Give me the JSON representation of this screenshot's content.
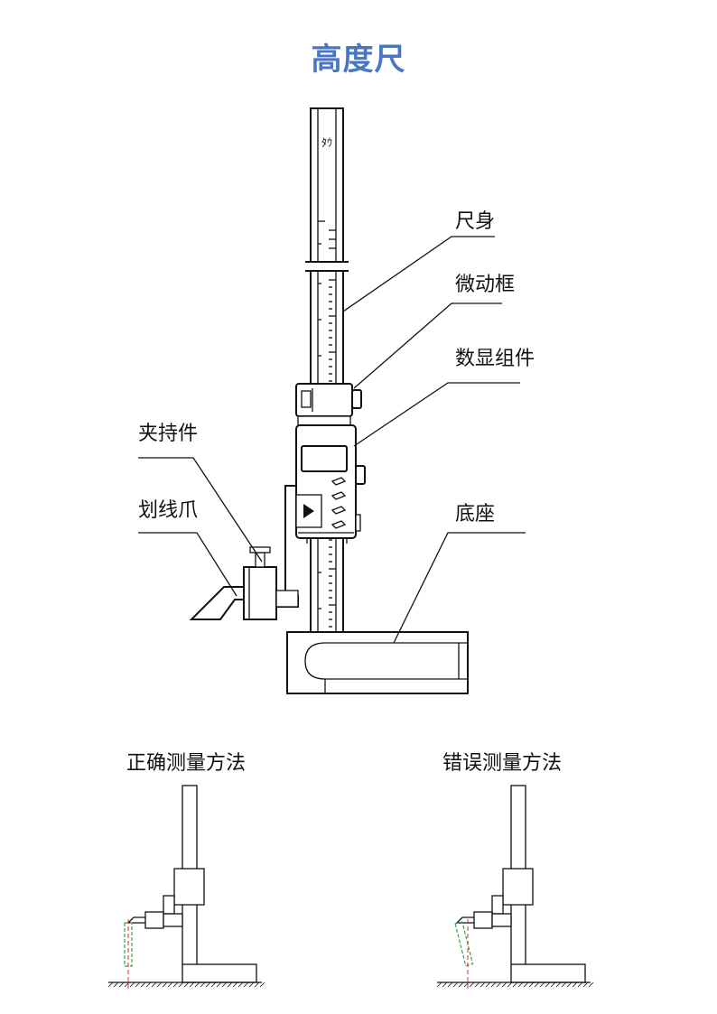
{
  "page_title": "高度尺",
  "colors": {
    "title": "#4a74c4",
    "probe": "#3aa34a",
    "ground_line": "#cc3333"
  },
  "labels": {
    "ruler_body": "尺身",
    "fine_adjust_frame": "微动框",
    "digital_display": "数显组件",
    "clamp": "夹持件",
    "scriber": "划线爪",
    "base": "底座"
  },
  "captions": {
    "correct": "正确测量方法",
    "incorrect": "错误测量方法"
  }
}
